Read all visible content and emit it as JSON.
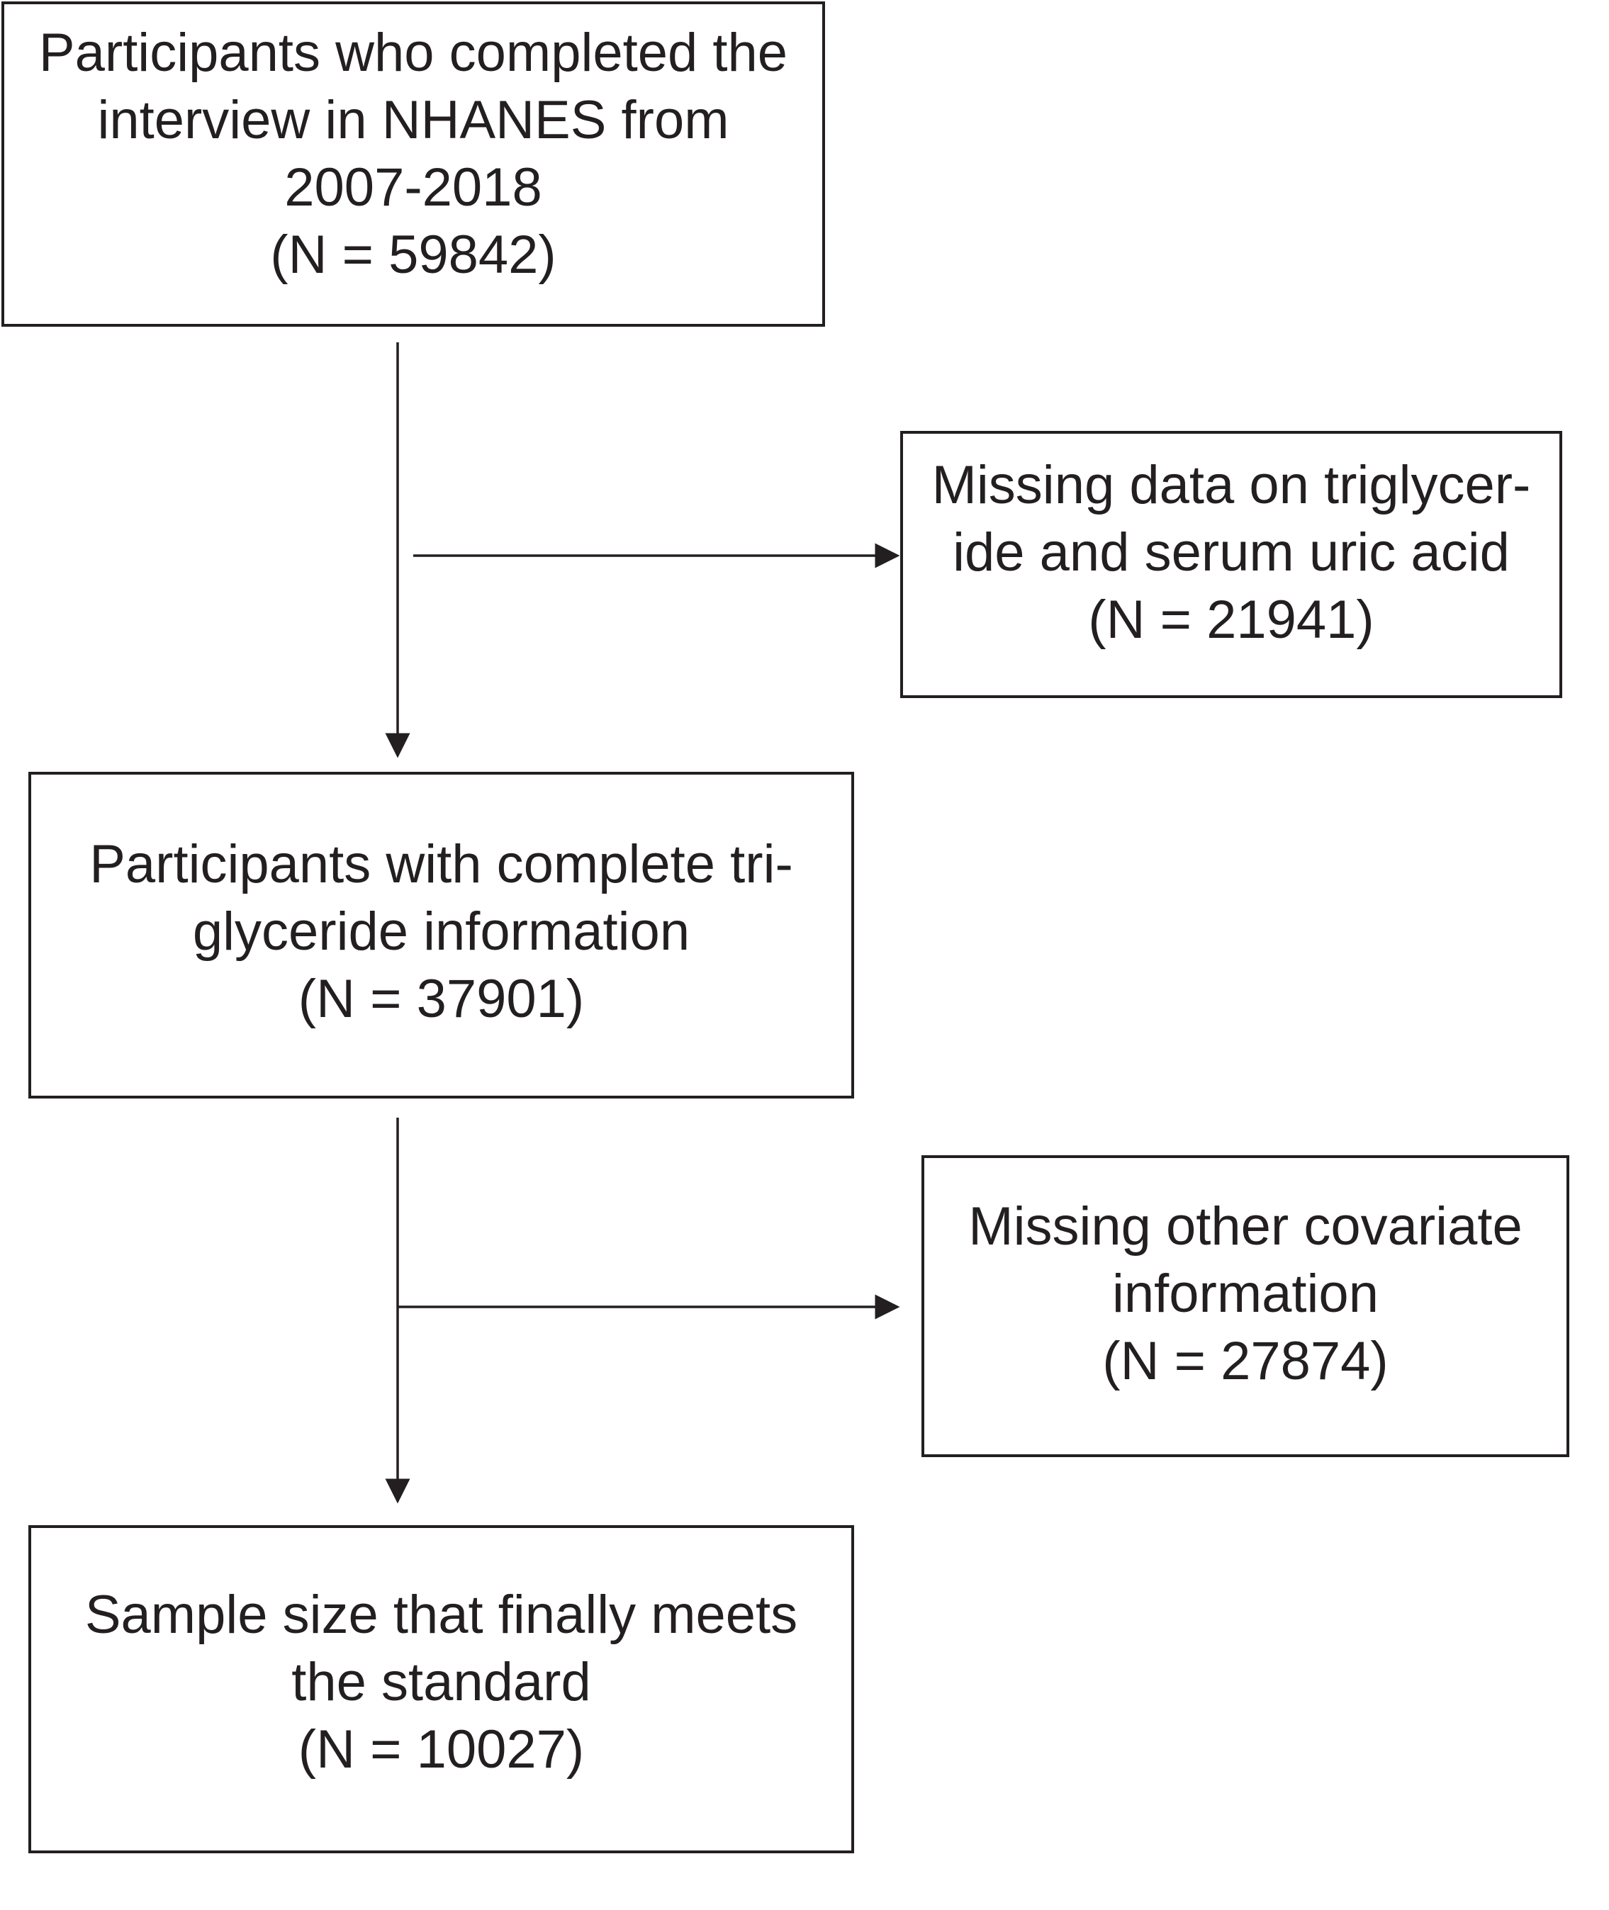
{
  "flowchart": {
    "box1": {
      "lines": [
        "Participants who completed the",
        "interview in NHANES from",
        "2007-2018",
        "(N = 59842)"
      ]
    },
    "box2": {
      "lines": [
        "Missing data on triglycer-",
        "ide and serum uric acid",
        "(N = 21941)"
      ]
    },
    "box3": {
      "lines": [
        "Participants with complete tri-",
        "glyceride information",
        "(N = 37901)"
      ]
    },
    "box4": {
      "lines": [
        "Missing other covariate",
        "information",
        "(N = 27874)"
      ]
    },
    "box5": {
      "lines": [
        "Sample size that finally meets",
        "the standard",
        "(N = 10027)"
      ]
    }
  },
  "colors": {
    "stroke": "#231f20",
    "background": "#ffffff"
  }
}
